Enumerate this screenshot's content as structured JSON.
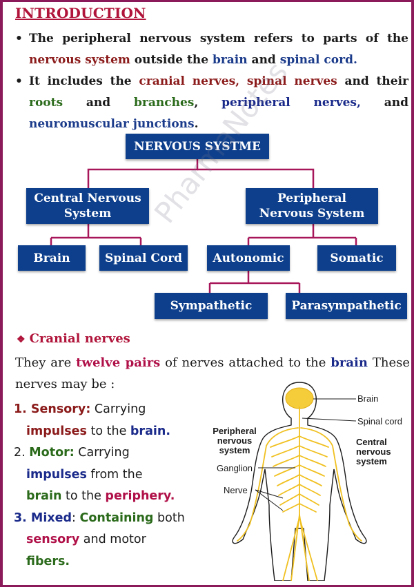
{
  "heading": "INTRODUCTION",
  "bullet1": {
    "p1": "The peripheral nervous system refers to parts of the ",
    "k1": "nervous system",
    "p2": " outside the ",
    "k2": "brain",
    "p3": " and ",
    "k3": "spinal cord.",
    "p4": ""
  },
  "bullet2": {
    "p1": "It includes the ",
    "k1": "cranial nerves, spinal nerves",
    "p2": " and their ",
    "k2": "roots",
    "p3": " and ",
    "k3": "branches",
    "p4": ", ",
    "k4": "peripheral nerves,",
    "p5": " and ",
    "k5": "neuromuscular junctions",
    "p6": "."
  },
  "flowchart": {
    "root": "NERVOUS SYSTME",
    "cns": "Central Nervous System",
    "pns": "Peripheral Nervous System",
    "brain": "Brain",
    "spinal_cord": "Spinal Cord",
    "autonomic": "Autonomic",
    "somatic": "Somatic",
    "sympathetic": "Sympathetic",
    "parasympathetic": "Parasympathetic"
  },
  "watermark": "PharmaNotes",
  "cranial": {
    "heading": "Cranial nerves",
    "p1": "They are ",
    "k1": "twelve pairs",
    "p2": " of nerves attached to the ",
    "k2": "brain",
    "p3": " These nerves may be :"
  },
  "types": {
    "sensory": {
      "num": "1. ",
      "name": "Sensory:",
      "t1": " Carrying",
      "k1": "impulses",
      "t2": " to the ",
      "k2": "brain."
    },
    "motor": {
      "num": "2. ",
      "name": "Motor:",
      "t1": " Carrying",
      "k1": "impulses",
      "t2": " from the",
      "k2": "brain",
      "t3": " to the ",
      "k3": "periphery."
    },
    "mixed": {
      "num": "3. ",
      "name": "Mixed",
      "t1": ": ",
      "k1": "Containing",
      "t2": " both",
      "k2": "sensory",
      "t3": " and motor",
      "k3": "fibers."
    }
  },
  "diagram_labels": {
    "brain": "Brain",
    "spinal_cord": "Spinal cord",
    "pns": "Peripheral nervous system",
    "cns": "Central nervous system",
    "ganglion": "Ganglion",
    "nerve": "Nerve"
  },
  "colors": {
    "box": "#0d3f8c",
    "connector": "#a8165a",
    "nerve": "#f0c020",
    "border": "#8b1a5a"
  }
}
